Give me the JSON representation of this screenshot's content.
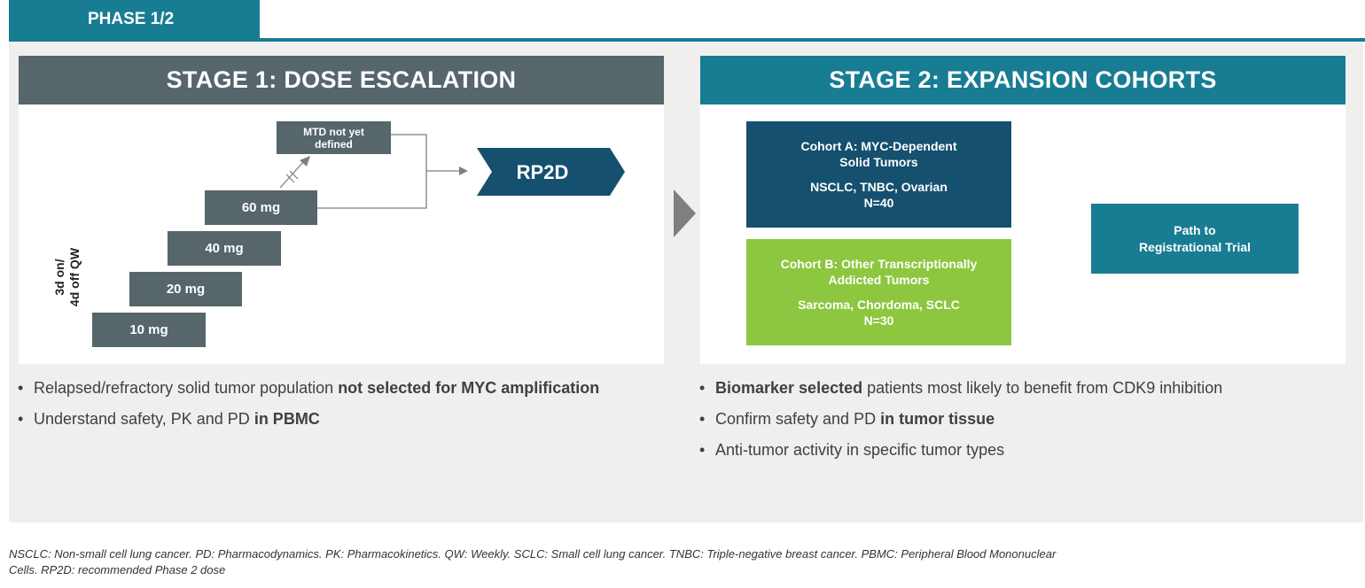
{
  "header": {
    "phase_label": "PHASE 1/2"
  },
  "stage1": {
    "title": "STAGE 1: DOSE ESCALATION",
    "dose_steps": [
      "10 mg",
      "20 mg",
      "40 mg",
      "60 mg"
    ],
    "mtd_line1": "MTD not yet",
    "mtd_line2": "defined",
    "rp2d_label": "RP2D",
    "schedule_line1": "3d on/",
    "schedule_line2": "4d off QW",
    "bullets": [
      {
        "plain": "Relapsed/refractory solid tumor population ",
        "bold": "not selected for MYC amplification"
      },
      {
        "plain": "Understand safety, PK and PD ",
        "bold": "in PBMC"
      }
    ]
  },
  "stage2": {
    "title": "STAGE 2: EXPANSION COHORTS",
    "cohort_a": {
      "line1": "Cohort A: MYC-Dependent",
      "line2": "Solid Tumors",
      "line3": "NSCLC, TNBC, Ovarian",
      "line4": "N=40"
    },
    "cohort_b": {
      "line1": "Cohort B: Other Transcriptionally",
      "line2": "Addicted Tumors",
      "line3": "Sarcoma, Chordoma, SCLC",
      "line4": "N=30"
    },
    "path_line1": "Path to",
    "path_line2": "Registrational Trial",
    "bullets": [
      {
        "bold": "Biomarker selected",
        "plain": " patients most likely to benefit from CDK9 inhibition"
      },
      {
        "plain": "Confirm safety and PD ",
        "bold": "in tumor tissue"
      },
      {
        "plain": "Anti-tumor activity in specific tumor types"
      }
    ]
  },
  "footnote": {
    "line1": "NSCLC: Non-small cell lung cancer. PD: Pharmacodynamics. PK: Pharmacokinetics. QW: Weekly. SCLC: Small cell lung cancer. TNBC: Triple-negative breast cancer. PBMC: Peripheral Blood Mononuclear",
    "line2": "Cells. RP2D: recommended Phase 2 dose"
  },
  "colors": {
    "teal": "#187c93",
    "slate": "#56666a",
    "navy": "#15506f",
    "green": "#8dc63f",
    "panel_bg": "#f0efee"
  }
}
